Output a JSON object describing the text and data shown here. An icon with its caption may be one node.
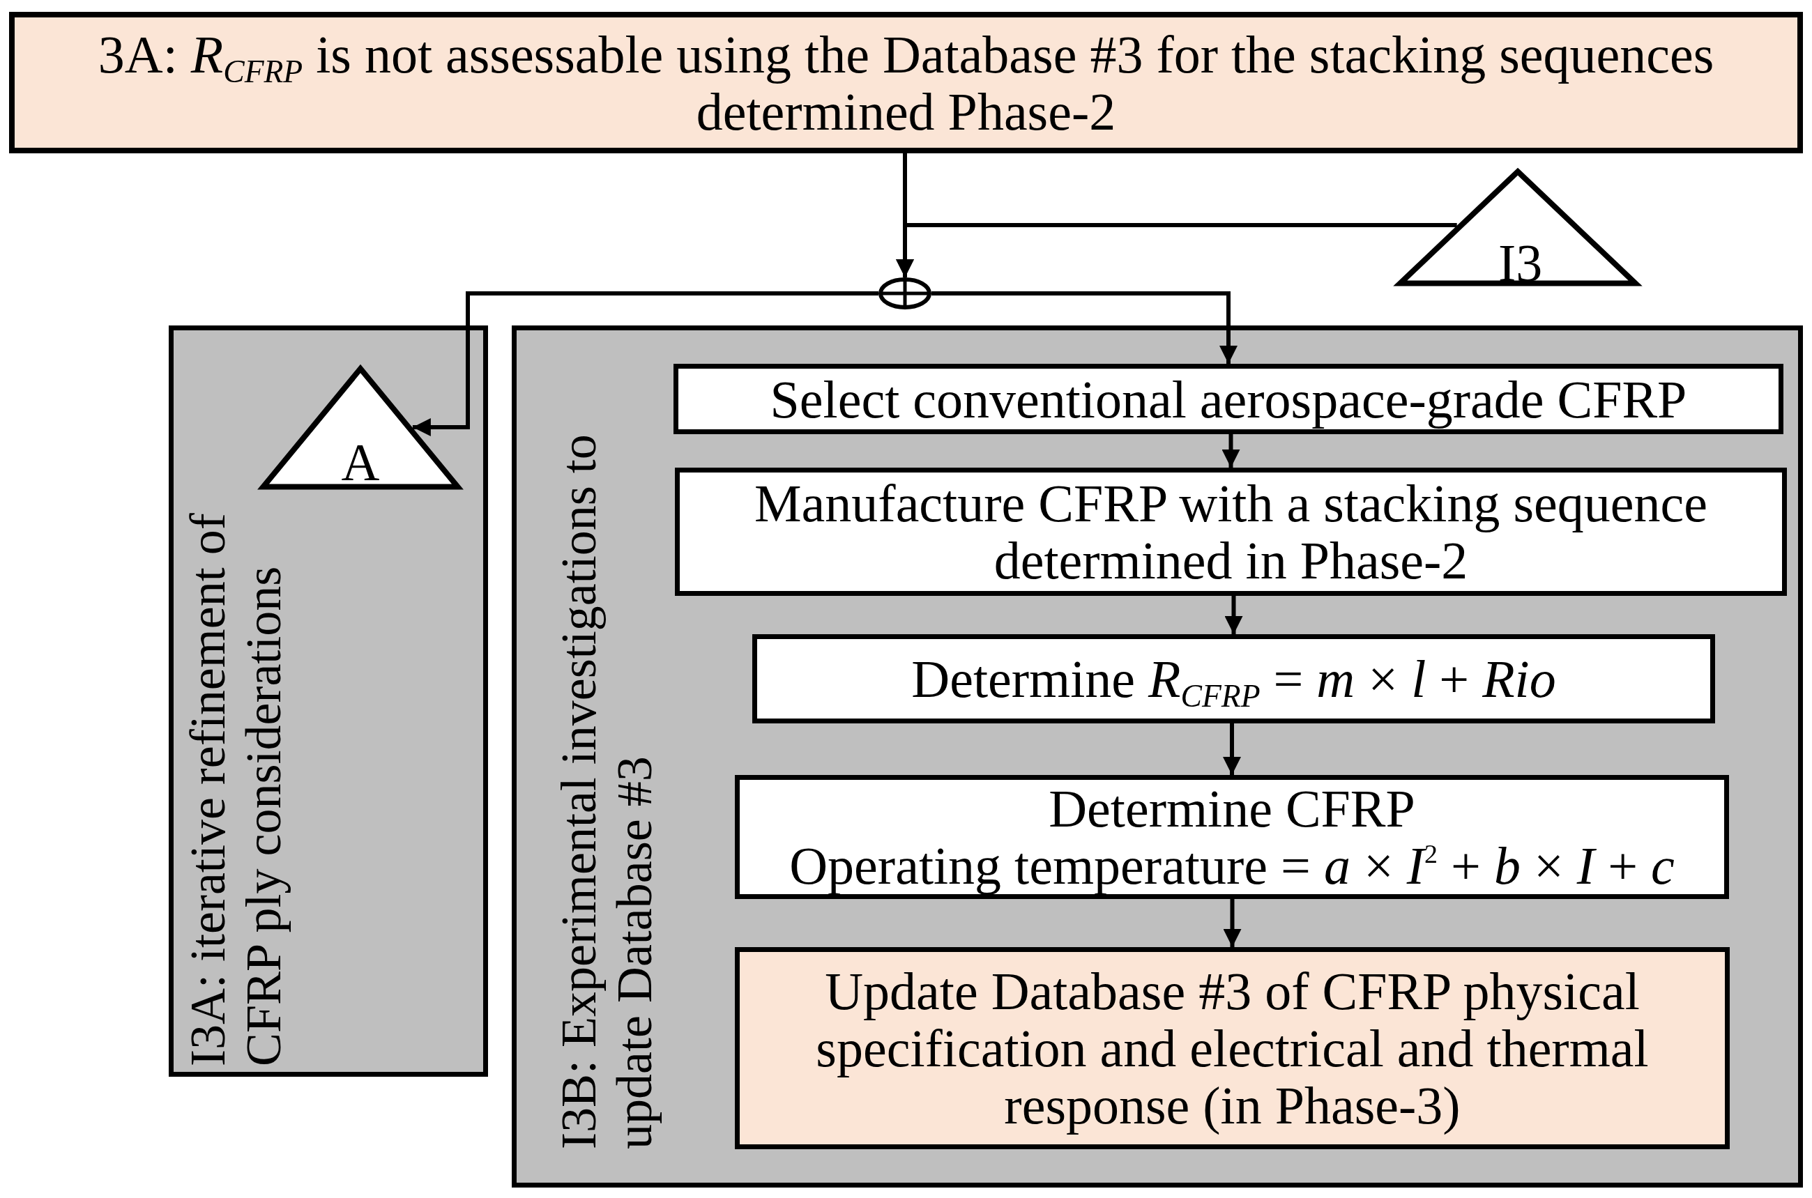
{
  "diagram": {
    "nodes": [
      {
        "text": [
          "3A: *R*$_{CFRP}$ is not assessable using the Database #3 for the stacking sequences determined Phase-2"
        ]
      },
      {
        "text": [
          "I3"
        ]
      },
      {
        "text": [],
        "shape": "circle"
      },
      {
        "text": [
          "I3A: iterative refinement of CFRP ply considerations"
        ]
      },
      {
        "text": [
          "A"
        ],
        "in": 3
      },
      {
        "text": [
          "I3B: Experimental investigations to update Database #3"
        ]
      },
      {
        "text": [
          "Select conventional aerospace-grade CFRP"
        ],
        "in": 5
      },
      {
        "text": [
          "Manufacture CFRP with a stacking sequence determined in Phase-2"
        ],
        "in": 5
      },
      {
        "text": [
          "Determine *R*$_{CFRP}$ = *m* × *l* + *Rio*"
        ],
        "in": 5
      },
      {
        "text": [
          "Determine CFRP",
          "Operating temperature = *a* × *I*$^{2}$ + *b* × *I* + *c*"
        ],
        "in": 5
      },
      {
        "text": [
          "Update Database #3 of CFRP physical specification and electrical and thermal response (in Phase-3)"
        ],
        "in": 5
      }
    ],
    "edges": [
      {
        "from": 0,
        "to": 2,
        "arrow": "to"
      },
      {
        "from": 1,
        "to": 2,
        "arrow": "to"
      },
      {
        "from": 2,
        "to": 4,
        "arrow": "to"
      },
      {
        "from": 2,
        "to": 6,
        "arrow": "to"
      },
      {
        "from": 6,
        "to": 7,
        "arrow": "to"
      },
      {
        "from": 7,
        "to": 8,
        "arrow": "to"
      },
      {
        "from": 8,
        "to": 9,
        "arrow": "to"
      },
      {
        "from": 9,
        "to": 10,
        "arrow": "to"
      }
    ]
  }
}
